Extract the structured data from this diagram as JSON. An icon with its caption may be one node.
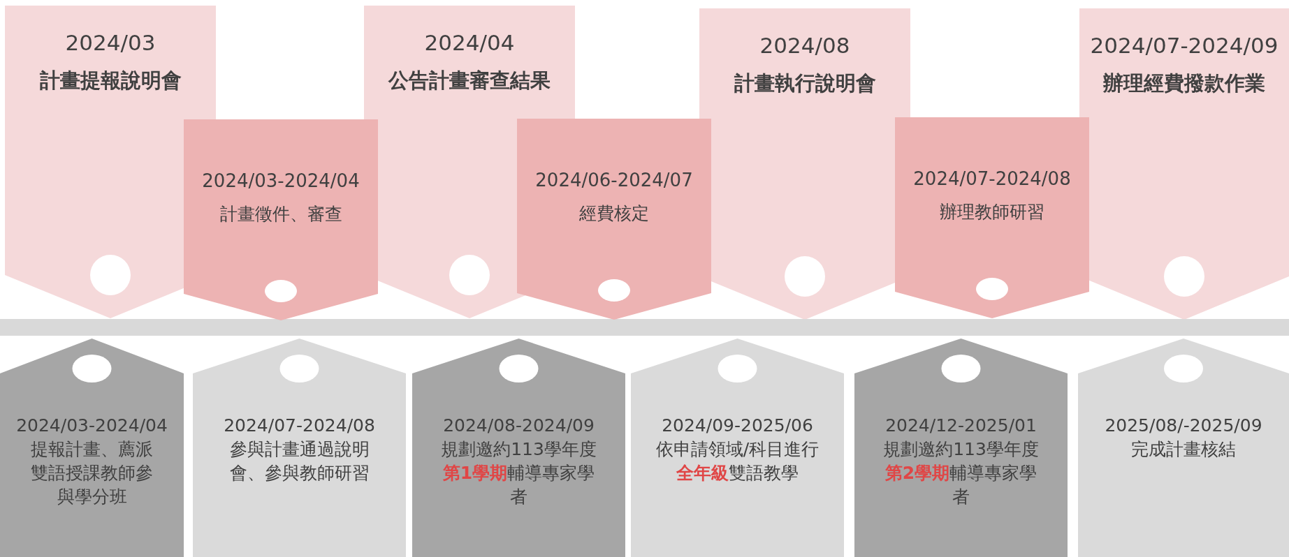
{
  "diagram": {
    "nodes": [
      {
        "text": [
          "2024/03",
          "計畫提報說明會"
        ]
      },
      {
        "text": [
          "2024/03-2024/04",
          "計畫徵件、審查"
        ]
      },
      {
        "text": [
          "2024/04",
          "公告計畫審查結果"
        ]
      },
      {
        "text": [
          "2024/06-2024/07",
          "經費核定"
        ]
      },
      {
        "text": [
          "2024/08",
          "計畫執行說明會"
        ]
      },
      {
        "text": [
          "2024/07-2024/08",
          "辦理教師研習"
        ]
      },
      {
        "text": [
          "2024/07-2024/09",
          "辦理經費撥款作業"
        ]
      },
      {
        "text": [],
        "shape": "bar"
      },
      {
        "text": [
          "2024/03-2024/04",
          "提報計畫、薦派雙語授課教師參與學分班"
        ]
      },
      {
        "text": [
          "2024/07-2024/08",
          "參與計畫通過說明會、參與教師研習"
        ]
      },
      {
        "text": [
          "2024/08-2024/09",
          "規劃邀約113學年度**第1學期**輔導專家學者"
        ]
      },
      {
        "text": [
          "2024/09-2025/06",
          "依申請領域/科目進行**全年級**雙語教學"
        ]
      },
      {
        "text": [
          "2024/12-2025/01",
          "規劃邀約113學年度**第2學期**輔導專家學者"
        ]
      },
      {
        "text": [
          "2025/08/-2025/09",
          "完成計畫核結"
        ]
      }
    ]
  }
}
